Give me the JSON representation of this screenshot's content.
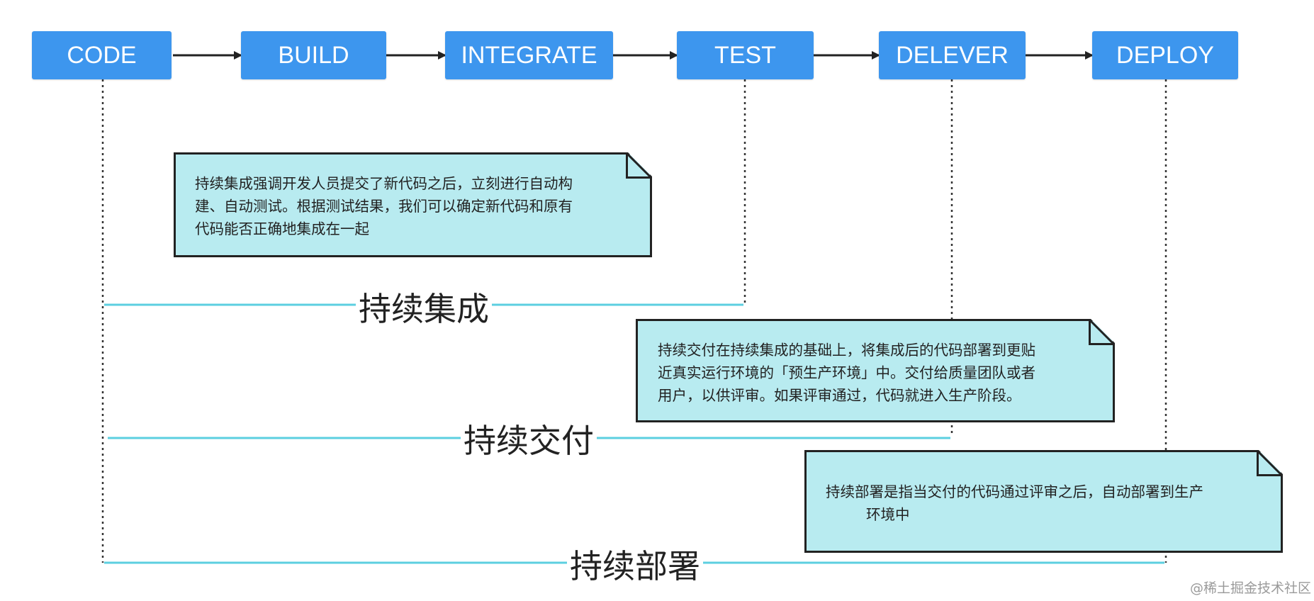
{
  "stages": [
    {
      "id": "code",
      "label": "CODE"
    },
    {
      "id": "build",
      "label": "BUILD"
    },
    {
      "id": "integrate",
      "label": "INTEGRATE"
    },
    {
      "id": "test",
      "label": "TEST"
    },
    {
      "id": "deliver",
      "label": "DELEVER"
    },
    {
      "id": "deploy",
      "label": "DEPLOY"
    }
  ],
  "phases": [
    {
      "id": "ci",
      "label": "持续集成",
      "from_stage": "CODE",
      "to_stage": "TEST"
    },
    {
      "id": "cdelivery",
      "label": "持续交付",
      "from_stage": "CODE",
      "to_stage": "DELEVER"
    },
    {
      "id": "cdeploy",
      "label": "持续部署",
      "from_stage": "CODE",
      "to_stage": "DEPLOY"
    }
  ],
  "notes": [
    {
      "id": "ci",
      "lines": [
        "持续集成强调开发人员提交了新代码之后，立刻进行自动构",
        "建、自动测试。根据测试结果，我们可以确定新代码和原有",
        "代码能否正确地集成在一起"
      ]
    },
    {
      "id": "cdelivery",
      "lines": [
        "持续交付在持续集成的基础上，将集成后的代码部署到更贴",
        "近真实运行环境的「预生产环境」中。交付给质量团队或者",
        "用户，以供评审。如果评审通过，代码就进入生产阶段。"
      ]
    },
    {
      "id": "cdeploy",
      "lines": [
        "持续部署是指当交付的代码通过评审之后，自动部署到生产",
        "环境中"
      ]
    }
  ],
  "colors": {
    "stage_fill": "#3d96ee",
    "note_fill": "#b8ebf0",
    "phase_line": "#5ccfe0",
    "arrow": "#222222"
  },
  "watermark": "@稀土掘金技术社区"
}
